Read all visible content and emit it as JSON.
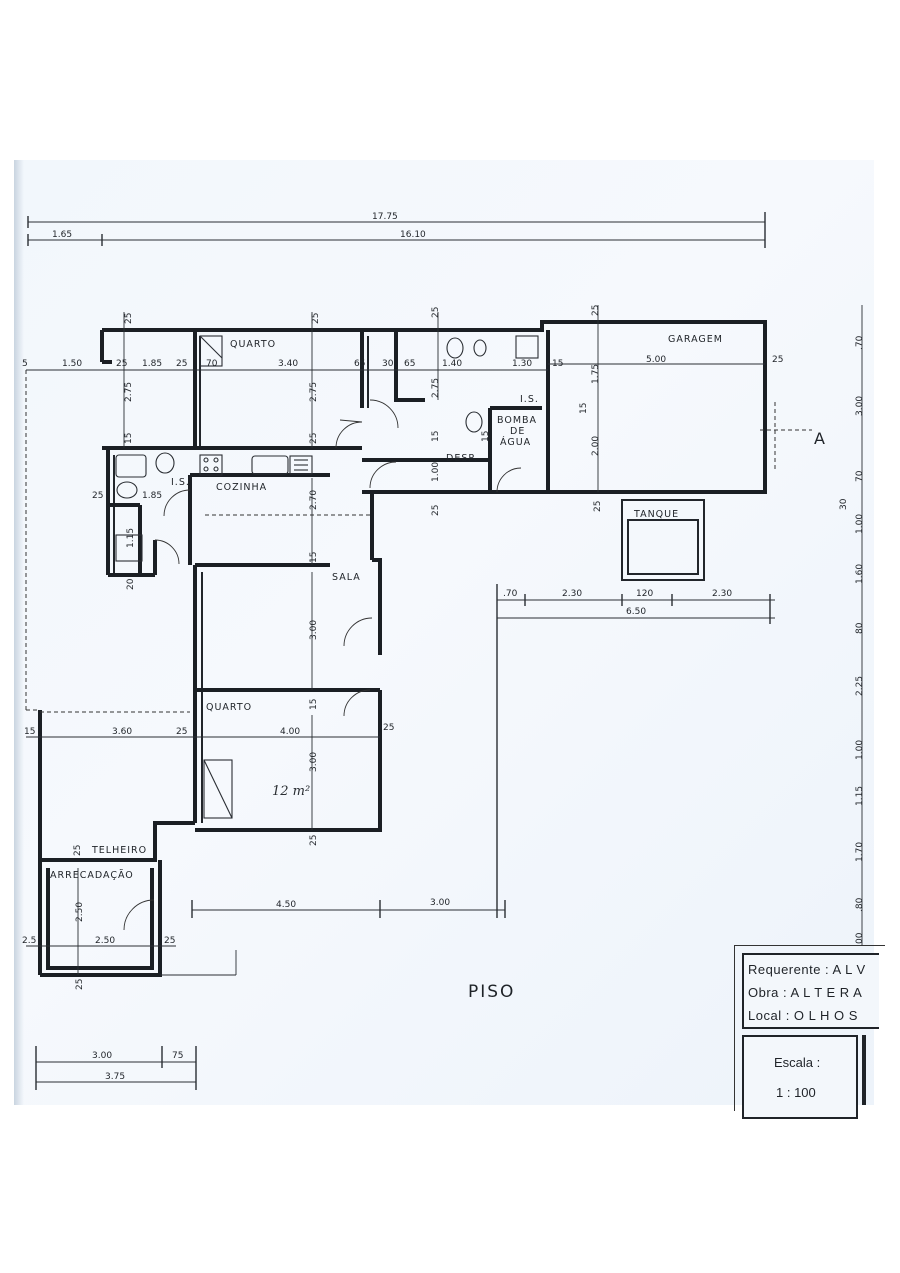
{
  "rooms": {
    "quarto_top": "QUARTO",
    "garagem": "GARAGEM",
    "is_top": "I.S.",
    "bomba": [
      "BOMBA",
      "DE",
      "ÁGUA"
    ],
    "desp": "DESP.",
    "is_left": "I.S.",
    "cozinha": "COZINHA",
    "tanque": "TANQUE",
    "sala": "SALA",
    "quarto_bottom": "QUARTO",
    "telheiro": "TELHEIRO",
    "arrecadacao": "ARRECADAÇÃO"
  },
  "dimensions": {
    "overall_total": "17.75",
    "overall_1_65": "1.65",
    "overall_16_10": "16.10",
    "row_5": "5",
    "row_1_50": "1.50",
    "row_25a": "25",
    "row_1_85": "1.85",
    "row_25b": "25",
    "row_70": "70",
    "row_3_40": "3.40",
    "row_65a": "65",
    "row_30": "30",
    "row_65b": "65",
    "row_1_40": "1.40",
    "row_1_30": "1.30",
    "row_15": "15",
    "row_5_00": "5.00",
    "row_25c": "25",
    "v_25_top1": "25",
    "v_25_top2": "25",
    "v_25_top3": "25",
    "v_25_top4": "25",
    "v_2_75a": "2.75",
    "v_2_75b": "2.75",
    "v_2_75c": "2.75",
    "v_15a": "15",
    "v_25_mid": "25",
    "v_15b": "15",
    "v_1_75": "1.75",
    "v_15c": "15",
    "v_2_00": "2.00",
    "v_1_00": "1.00",
    "v_25_low1": "25",
    "v_25_low2": "25",
    "v_15_k": "15",
    "left_25": "25",
    "left_1_85": "1.85",
    "v_1_15": "1.15",
    "v_20": "20",
    "v_2_70": "2.70",
    "v_15_sala": "15",
    "v_3_00_sala": "3.00",
    "v_15_q": "15",
    "v_3_00_q": "3.00",
    "v_25_q": "25",
    "h_25_q": "25",
    "g_70": ".70",
    "g_2_30a": "2.30",
    "g_120": "120",
    "g_2_30b": "2.30",
    "g_6_50": "6.50",
    "q_15": "15",
    "q_3_60": "3.60",
    "q_25": "25",
    "q_4_00": "4.00",
    "t_25": "25",
    "a_2_50v": "2.50",
    "a_25l": "2.5",
    "a_2_50h": "2.50",
    "a_25r": "25",
    "a_25b": "25",
    "b_4_50": "4.50",
    "b_3_00": "3.00",
    "f_3_00": "3.00",
    "f_75": "75",
    "f_3_75": "3.75",
    "r_70": ".70",
    "r_3_00": "3.00",
    "r_70b": "70",
    "r_30": "30",
    "r_1_00a": "1.00",
    "r_1_60": "1.60",
    "r_80a": "80",
    "r_2_25": "2.25",
    "r_1_00b": "1.00",
    "r_1_15": "1.15",
    "r_1_70": "1.70",
    "r_80b": ".80",
    "r_00": "00"
  },
  "annotations": {
    "area_note": "12 m²",
    "section_marker": "A",
    "floor_title": "PISO"
  },
  "title_block": {
    "requerente": "Requerente : A L V",
    "obra": "Obra : A L T E R A",
    "local": "Local : O L H O S",
    "escala_label": "Escala :",
    "escala_value": "1 :  100"
  }
}
